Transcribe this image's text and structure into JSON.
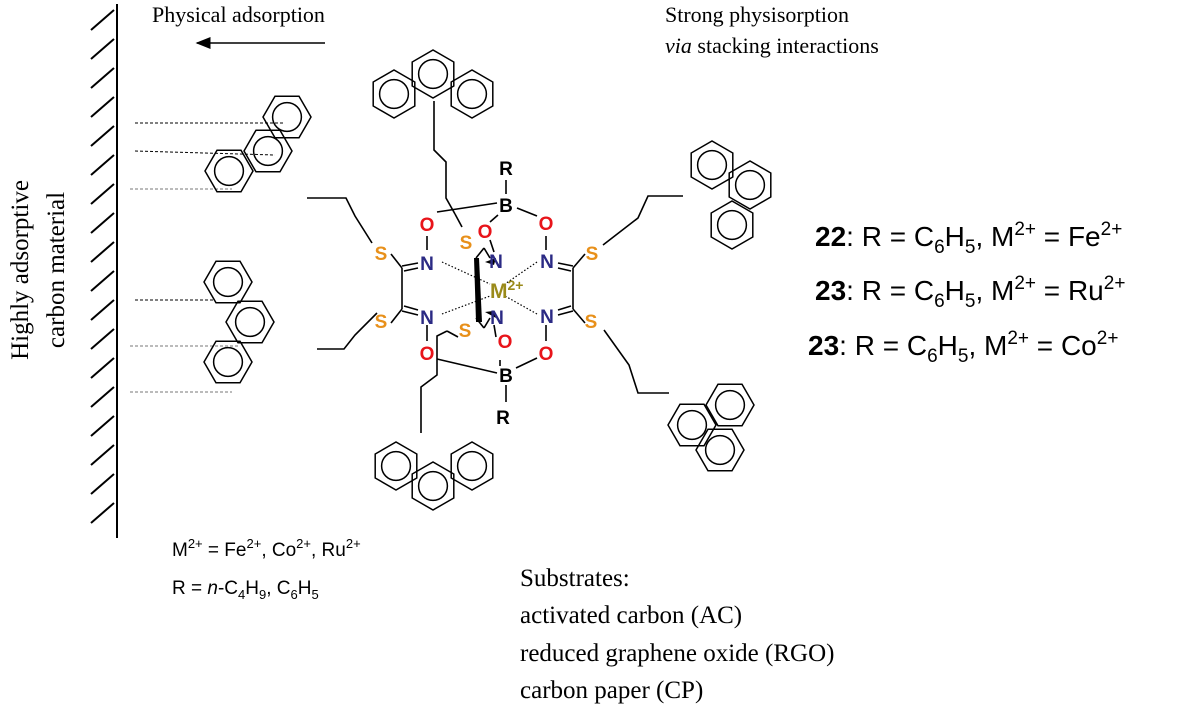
{
  "labels": {
    "physical_adsorption": "Physical adsorption",
    "strong_physisorption_line1": "Strong physisorption",
    "strong_physisorption_via": "via",
    "strong_physisorption_line2_rest": " stacking interactions",
    "carbon_material_line1": "Highly adsorptive",
    "carbon_material_line2": "carbon material"
  },
  "atoms": {
    "nitrogen": "N",
    "oxygen": "O",
    "sulfur": "S",
    "boron": "B",
    "r_group": "R",
    "metal": "M",
    "metal_charge": "2+"
  },
  "compounds": [
    {
      "id": "22",
      "r_prefix": ": R = C",
      "r_sub": "6",
      "r_suffix": "H",
      "r_sub2": "5",
      "m_text": ", M",
      "m_sup": "2+",
      "eq": " = ",
      "metal": "Fe",
      "metal_sup": "2+"
    },
    {
      "id": "23",
      "r_prefix": ": R = C",
      "r_sub": "6",
      "r_suffix": "H",
      "r_sub2": "5",
      "m_text": ", M",
      "m_sup": "2+",
      "eq": " = ",
      "metal": "Ru",
      "metal_sup": "2+"
    },
    {
      "id": "23",
      "r_prefix": ": R = C",
      "r_sub": "6",
      "r_suffix": "H",
      "r_sub2": "5",
      "m_text": ", M",
      "m_sup": "2+",
      "eq": " = ",
      "metal": "Co",
      "metal_sup": "2+"
    }
  ],
  "definitions": {
    "metal_line": {
      "m": "M",
      "sup0": "2+",
      "eq": " = Fe",
      "sup1": "2+",
      "c1": ", Co",
      "sup2": "2+",
      "c2": ", Ru",
      "sup3": "2+"
    },
    "r_line": {
      "start": "R = ",
      "n": "n",
      "rest": "-C",
      "sub1": "4",
      "h": "H",
      "sub2": "9",
      "sep": ", C",
      "sub3": "6",
      "h2": "H",
      "sub4": "5"
    }
  },
  "substrates": {
    "heading": "Substrates:",
    "items": [
      "activated carbon (AC)",
      "reduced graphene oxide (RGO)",
      "carbon paper (CP)"
    ]
  },
  "colors": {
    "nitrogen": "#2b2a84",
    "oxygen": "#e8141a",
    "sulfur": "#e8901a",
    "metal": "#9a8a1a",
    "ink": "#000000"
  }
}
